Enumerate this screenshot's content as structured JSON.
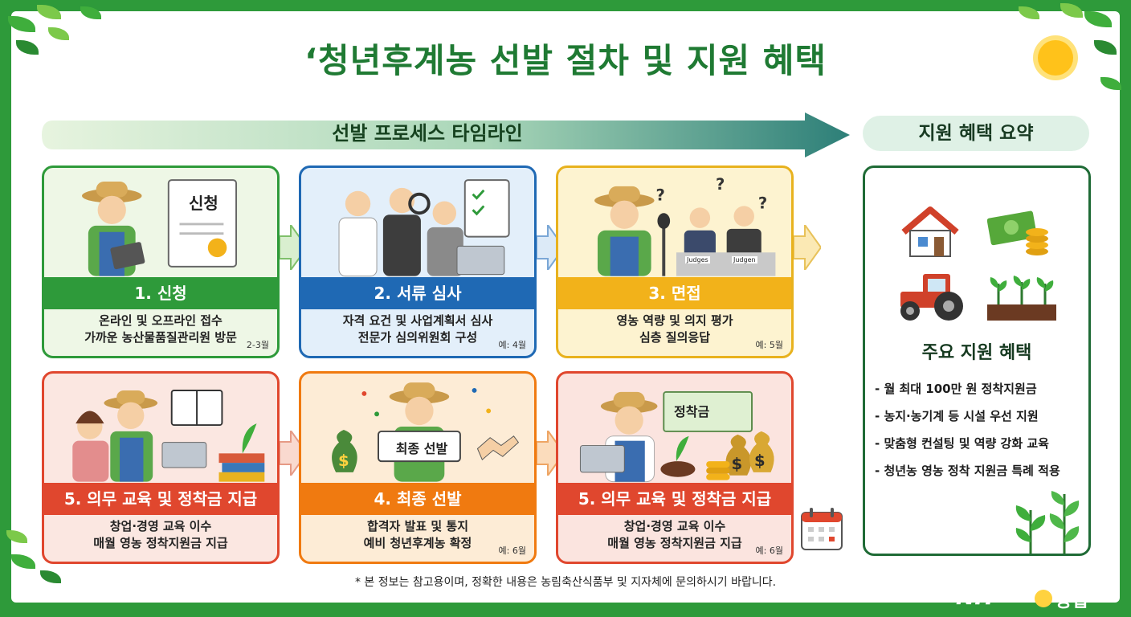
{
  "title": "‘청년후계농 선발 절차 및 지원 혜택",
  "timeline_label": "선발 프로세스 타임라인",
  "summary_label": "지원 혜택 요약",
  "colors": {
    "frame_green": "#2e9a3a",
    "title_green": "#1f7a33",
    "step1": "#2e9a3a",
    "step2": "#1f69b4",
    "step3": "#f2b21a",
    "step4": "#f07a10",
    "step5": "#e0472e"
  },
  "steps": [
    {
      "title": "1. 신청",
      "lines": [
        "온라인 및 오프라인 접수",
        "가까운 농산물품질관리원 방문"
      ],
      "note": "2-3월",
      "doc_label": "신청",
      "icon": "farmer-with-tablet-icon"
    },
    {
      "title": "2. 서류 심사",
      "lines": [
        "자격 요건 및 사업계획서 심사",
        "전문가 심의위원회 구성"
      ],
      "note": "예: 4월",
      "icon": "reviewers-with-documents-icon"
    },
    {
      "title": "3. 면접",
      "lines": [
        "영농 역량 및 의지 평가",
        "심층 질의응답"
      ],
      "note": "예: 5월",
      "judge_labels": [
        "Judges",
        "Judgen"
      ],
      "icon": "interview-panel-icon"
    },
    {
      "title": "5. 의무 교육 및 정착금 지급",
      "lines": [
        "창업·경영 교육 이수",
        "매월 영농 정착지원금 지급"
      ],
      "note": "",
      "icon": "farmers-studying-icon"
    },
    {
      "title": "4. 최종 선발",
      "lines": [
        "합격자 발표 및 통지",
        "예비 청년후계농 확정"
      ],
      "note": "예: 6월",
      "sign_label": "최종 선발",
      "icon": "celebrating-farmer-icon"
    },
    {
      "title": "5. 의무 교육 및 정착금 지급",
      "lines": [
        "창업·경영 교육 이수",
        "매월 영농 정착지원금 지급"
      ],
      "note": "예: 6월",
      "check_label": "정착금",
      "icon": "farmer-with-money-icon"
    }
  ],
  "benefits": {
    "title": "주요 지원 혜택",
    "items": [
      "- 월 최대 100만 원 정착지원금",
      "- 농지·농기계 등 시설 우선 지원",
      "- 맞춤형 컨설팅 및 역량 강화 교육",
      "- 청년농 영농 정착 지원금 특례 적용"
    ],
    "icons": [
      "house-icon",
      "money-icon",
      "tractor-icon",
      "seedlings-icon"
    ]
  },
  "footnote": "* 본 정보는 참고용이며, 정확한 내용은 농림축산식품부 및 지자체에 문의하시기 바랍니다.",
  "logo": {
    "mark": "NH",
    "name": "농협"
  }
}
